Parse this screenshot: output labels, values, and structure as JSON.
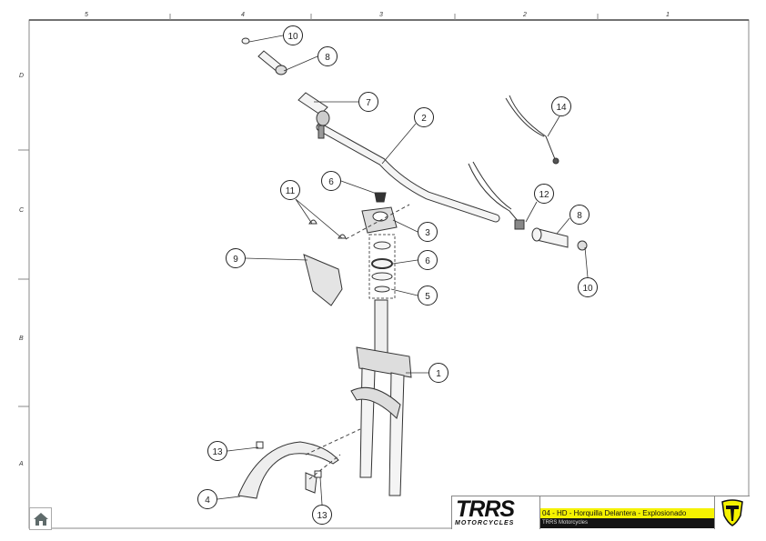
{
  "ruler": {
    "columns": [
      "5",
      "4",
      "3",
      "2",
      "1"
    ],
    "rows": [
      "D",
      "C",
      "B",
      "A"
    ]
  },
  "callouts": [
    "10",
    "8",
    "7",
    "2",
    "14",
    "6",
    "11",
    "12",
    "8",
    "3",
    "9",
    "6",
    "5",
    "10",
    "1",
    "13",
    "4",
    "13"
  ],
  "title_block": {
    "logo_text": "TRRS",
    "logo_subtext": "MOTORCYCLES",
    "title": "04 - HD - Horquilla Delantera - Explosionado",
    "subtitle": "TRRS Motorcycles"
  },
  "colors": {
    "accent": "#f5f200",
    "dark": "#141414"
  },
  "home_icon": "home-icon"
}
